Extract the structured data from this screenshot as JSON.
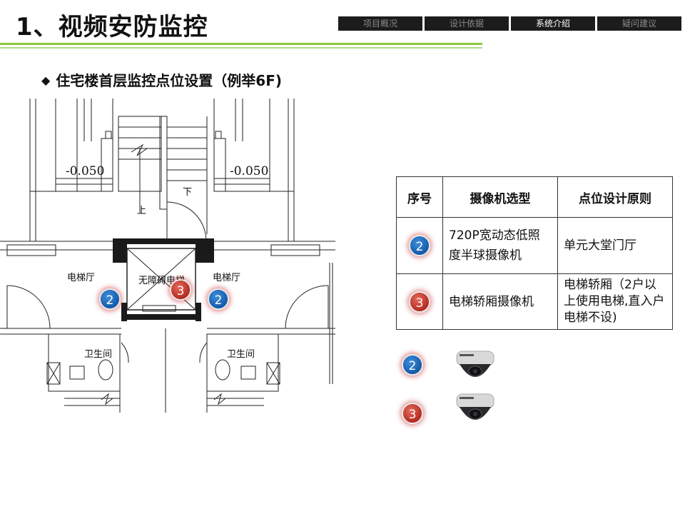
{
  "header": {
    "title": "1、视频安防监控",
    "tabs": [
      {
        "label": "项目概况",
        "active": false
      },
      {
        "label": "设计依据",
        "active": false
      },
      {
        "label": "系统介绍",
        "active": true
      },
      {
        "label": "疑问建议",
        "active": false
      }
    ]
  },
  "section": {
    "bullet": "◆",
    "subtitle": "住宅楼首层监控点位设置（例举6F)"
  },
  "floor_plan": {
    "level_left": "-0.050",
    "level_right": "-0.050",
    "label_down": "下",
    "label_up": "上",
    "label_elevator_hall_left": "电梯厅",
    "label_elevator_hall_right": "电梯厅",
    "label_barrier_free": "无障碍电梯",
    "label_bathroom_left": "卫生间",
    "label_bathroom_right": "卫生间",
    "markers": [
      {
        "num": "2",
        "kind": "blue"
      },
      {
        "num": "3",
        "kind": "red"
      },
      {
        "num": "2",
        "kind": "blue"
      }
    ]
  },
  "table": {
    "headers": [
      "序号",
      "摄像机选型",
      "点位设计原则"
    ],
    "rows": [
      {
        "num": "2",
        "kind": "blue",
        "camera": "720P宽动态低照度半球摄像机",
        "principle": "单元大堂门厅"
      },
      {
        "num": "3",
        "kind": "red",
        "camera": "电梯轿厢摄像机",
        "principle": "电梯轿厢（2户以上使用电梯,直入户电梯不设)"
      }
    ]
  },
  "legend": [
    {
      "num": "2",
      "kind": "blue",
      "icon": "dome-camera-icon"
    },
    {
      "num": "3",
      "kind": "red",
      "icon": "dome-camera-icon"
    }
  ],
  "colors": {
    "accent_green": "#8dc63f",
    "nav_bg": "#1c1c1c",
    "marker_blue": "#1559a8",
    "marker_red": "#b42a20"
  }
}
